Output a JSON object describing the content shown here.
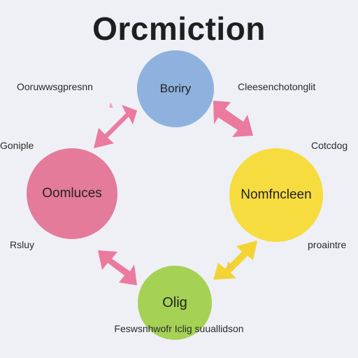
{
  "title": "Orcmiction",
  "nodes": {
    "top": {
      "label": "Boriry",
      "color": "#8fb1de"
    },
    "left": {
      "label": "Oomluces",
      "color": "#e47b9b"
    },
    "right": {
      "label": "Nomfncleen",
      "color": "#f6dc3f"
    },
    "bottom": {
      "label": "Olig",
      "color": "#a5d155"
    }
  },
  "labels": {
    "top_left": "Ooruwwsgpresnn",
    "top_right": "Cleesenchotonglit",
    "middle_left": "Goniple",
    "middle_right": "Cotcdog",
    "bottom_left": "Rsluy",
    "bottom_right": "proaintre",
    "bottom": "Feswsnhwofr Iclig suuallidson"
  },
  "arrow_colors": {
    "pink": "#ea7b9e",
    "yellow": "#f4d435"
  }
}
